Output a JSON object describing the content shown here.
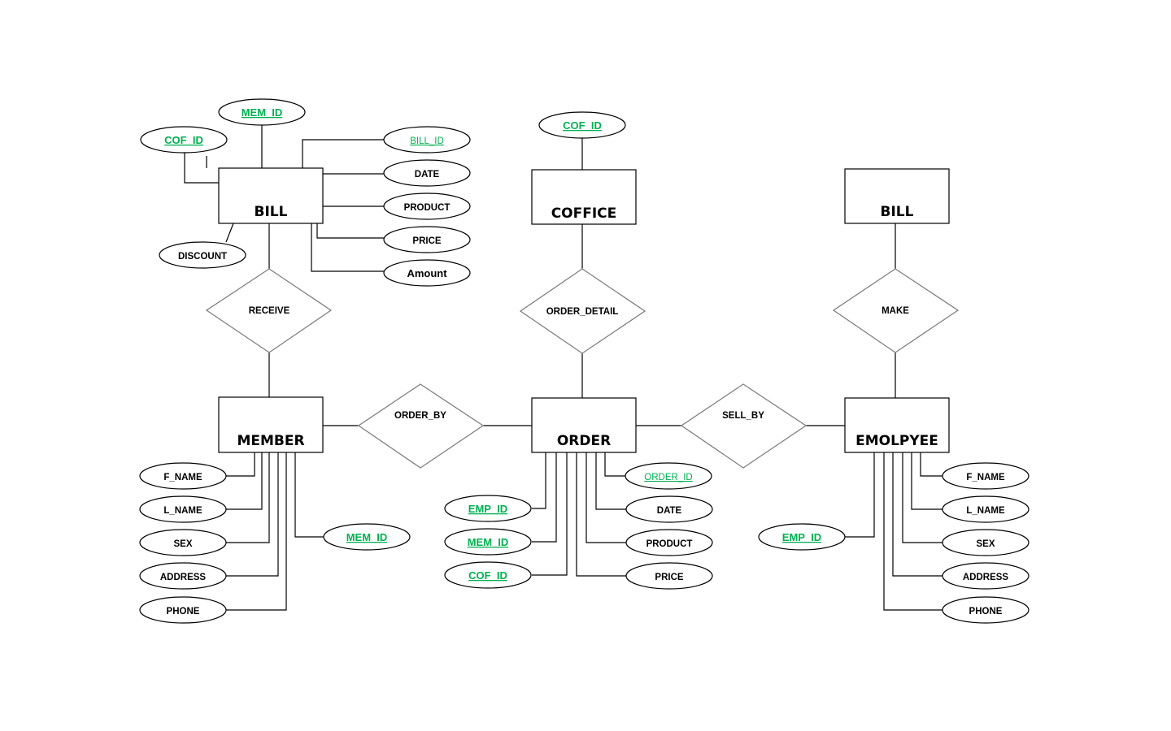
{
  "colors": {
    "key_text": "#00b050",
    "line": "#000000",
    "relationship_border": "#7f7f7f"
  },
  "entities": {
    "bill_left": "BILL",
    "coffice": "COFFICE",
    "bill_right": "BILL",
    "member": "MEMBER",
    "order": "ORDER",
    "employee": "EMOLPYEE"
  },
  "relationships": {
    "receive": "RECEIVE",
    "order_detail": "ORDER_DETAIL",
    "make": "MAKE",
    "order_by": "ORDER_BY",
    "sell_by": "SELL_BY"
  },
  "attributes": {
    "bill": {
      "mem_id": "MEM_ID",
      "cof_id": "COF_ID",
      "bill_id": "BILL_ID",
      "date": "DATE",
      "product": "PRODUCT",
      "price": "PRICE",
      "amount": "Amount",
      "discount": "DISCOUNT"
    },
    "coffice": {
      "cof_id": "COF_ID"
    },
    "member": {
      "f_name": "F_NAME",
      "l_name": "L_NAME",
      "sex": "SEX",
      "address": "ADDRESS",
      "phone": "PHONE",
      "mem_id": "MEM_ID"
    },
    "order": {
      "order_id": "ORDER_ID",
      "emp_id": "EMP_ID",
      "mem_id": "MEM_ID",
      "cof_id": "COF_ID",
      "date": "DATE",
      "product": "PRODUCT",
      "price": "PRICE"
    },
    "employee": {
      "emp_id": "EMP_ID",
      "f_name": "F_NAME",
      "l_name": "L_NAME",
      "sex": "SEX",
      "address": "ADDRESS",
      "phone": "PHONE"
    }
  }
}
